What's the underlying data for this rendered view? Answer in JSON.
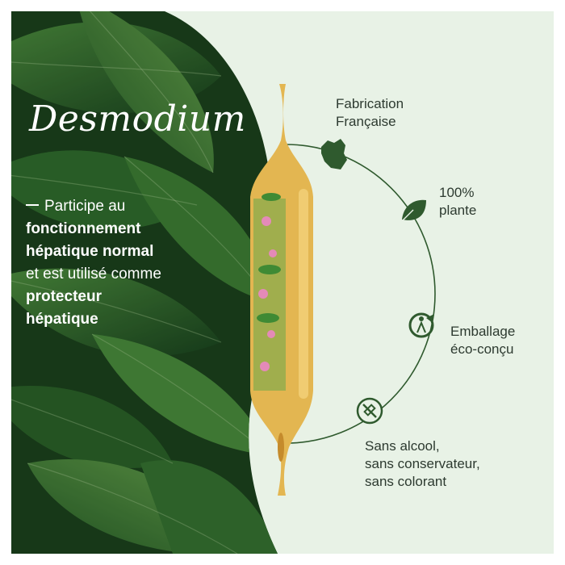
{
  "product": {
    "name": "Desmodium",
    "description": {
      "intro": "Participe au",
      "bold1": "fonctionnement",
      "bold2": "hépatique normal",
      "middle": "et est utilisé comme",
      "bold3": "protecteur",
      "bold4": "hépatique"
    }
  },
  "features": [
    {
      "icon": "france-map-icon",
      "line1": "Fabrication",
      "line2": "Française"
    },
    {
      "icon": "leaf-icon",
      "line1": "100%",
      "line2": "plante"
    },
    {
      "icon": "recycle-person-icon",
      "line1": "Emballage",
      "line2": "éco-conçu"
    },
    {
      "icon": "no-additive-icon",
      "line1": "Sans alcool,",
      "line2": "sans conservateur,",
      "line3": "sans colorant"
    }
  ],
  "colors": {
    "background": "#e8f2e6",
    "leaf_dark": "#1e4a22",
    "leaf_mid": "#3f7a36",
    "icon": "#2f5a2e",
    "ampoule_liquid": "#d9a63a"
  }
}
